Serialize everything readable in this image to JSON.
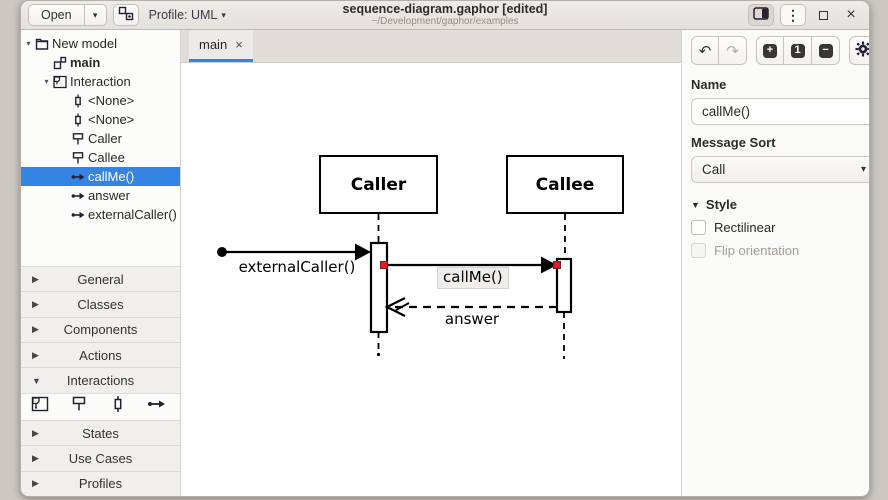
{
  "window": {
    "title": "sequence-diagram.gaphor [edited]",
    "subtitle": "~/Development/gaphor/examples",
    "maximize_icon": "maximize",
    "close_glyph": "×"
  },
  "header": {
    "open_label": "Open",
    "open_caret": "▾",
    "new_diagram_icon": "new-diagram",
    "profile_label": "Profile: UML",
    "profile_caret": "▾",
    "panel_toggle_icon": "sidebar-book",
    "menu_glyph": "⋮"
  },
  "sidebar": {
    "tree": [
      {
        "label": "New model",
        "icon": "folder-icon",
        "depth": 0,
        "expander": "▾",
        "selected": false,
        "bold": false
      },
      {
        "label": "main",
        "icon": "diagram-icon",
        "depth": 1,
        "expander": "",
        "selected": false,
        "bold": true
      },
      {
        "label": "Interaction",
        "icon": "interaction-icon",
        "depth": 1,
        "expander": "▾",
        "selected": false,
        "bold": false
      },
      {
        "label": "<None>",
        "icon": "execution-spec-icon",
        "depth": 2,
        "expander": "",
        "selected": false,
        "bold": false
      },
      {
        "label": "<None>",
        "icon": "execution-spec-icon",
        "depth": 2,
        "expander": "",
        "selected": false,
        "bold": false
      },
      {
        "label": "Caller",
        "icon": "lifeline-icon",
        "depth": 2,
        "expander": "",
        "selected": false,
        "bold": false
      },
      {
        "label": "Callee",
        "icon": "lifeline-icon",
        "depth": 2,
        "expander": "",
        "selected": false,
        "bold": false
      },
      {
        "label": "callMe()",
        "icon": "message-icon",
        "depth": 2,
        "expander": "",
        "selected": true,
        "bold": false
      },
      {
        "label": "answer",
        "icon": "message-icon",
        "depth": 2,
        "expander": "",
        "selected": false,
        "bold": false
      },
      {
        "label": "externalCaller()",
        "icon": "message-icon",
        "depth": 2,
        "expander": "",
        "selected": false,
        "bold": false
      }
    ],
    "sections": [
      {
        "label": "General",
        "expanded": false
      },
      {
        "label": "Classes",
        "expanded": false
      },
      {
        "label": "Components",
        "expanded": false
      },
      {
        "label": "Actions",
        "expanded": false
      },
      {
        "label": "Interactions",
        "expanded": true,
        "tools": [
          "interaction-tool-icon",
          "lifeline-tool-icon",
          "execution-spec-tool-icon",
          "message-tool-icon"
        ]
      },
      {
        "label": "States",
        "expanded": false
      },
      {
        "label": "Use Cases",
        "expanded": false
      },
      {
        "label": "Profiles",
        "expanded": false
      }
    ]
  },
  "canvas": {
    "tab_label": "main",
    "tab_close": "×",
    "diagram": {
      "caller_label": "Caller",
      "callee_label": "Callee",
      "call_message": "callMe()",
      "return_message": "answer",
      "found_message": "externalCaller()"
    }
  },
  "properties": {
    "undo_glyph": "↶",
    "redo_glyph": "↷",
    "zoom_in_glyph": "+",
    "zoom_one_glyph": "1",
    "zoom_out_glyph": "−",
    "name_label": "Name",
    "name_value": "callMe()",
    "sort_label": "Message Sort",
    "sort_value": "Call",
    "sort_caret": "▾",
    "style_label": "Style",
    "checkboxes": [
      {
        "label": "Rectilinear",
        "enabled": true,
        "checked": false
      },
      {
        "label": "Flip orientation",
        "enabled": false,
        "checked": false
      }
    ]
  },
  "colors": {
    "accent": "#3584e4",
    "selection_handle": "#e01b24",
    "diagram_stroke": "#000000"
  }
}
